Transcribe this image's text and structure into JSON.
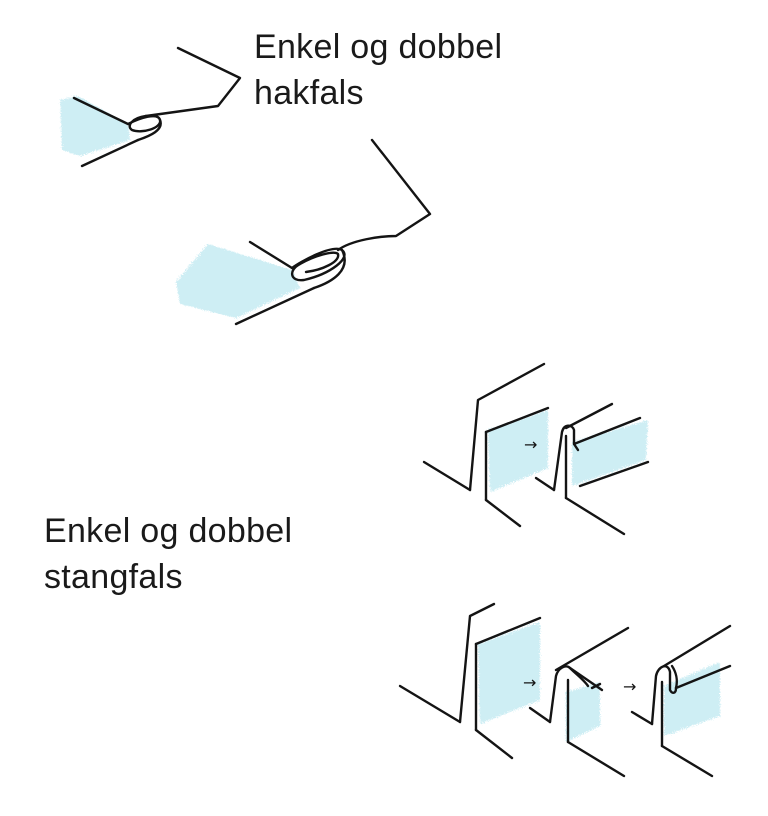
{
  "captions": {
    "hakfals": {
      "line1": "Enkel og dobbel",
      "line2": "hakfals"
    },
    "stangfals": {
      "line1": "Enkel og dobbel",
      "line2": "stangfals"
    }
  },
  "colors": {
    "ink": "#141414",
    "tint": "#7fd3e3",
    "background": "#ffffff"
  },
  "arrows": [
    "→",
    "→",
    "→"
  ]
}
